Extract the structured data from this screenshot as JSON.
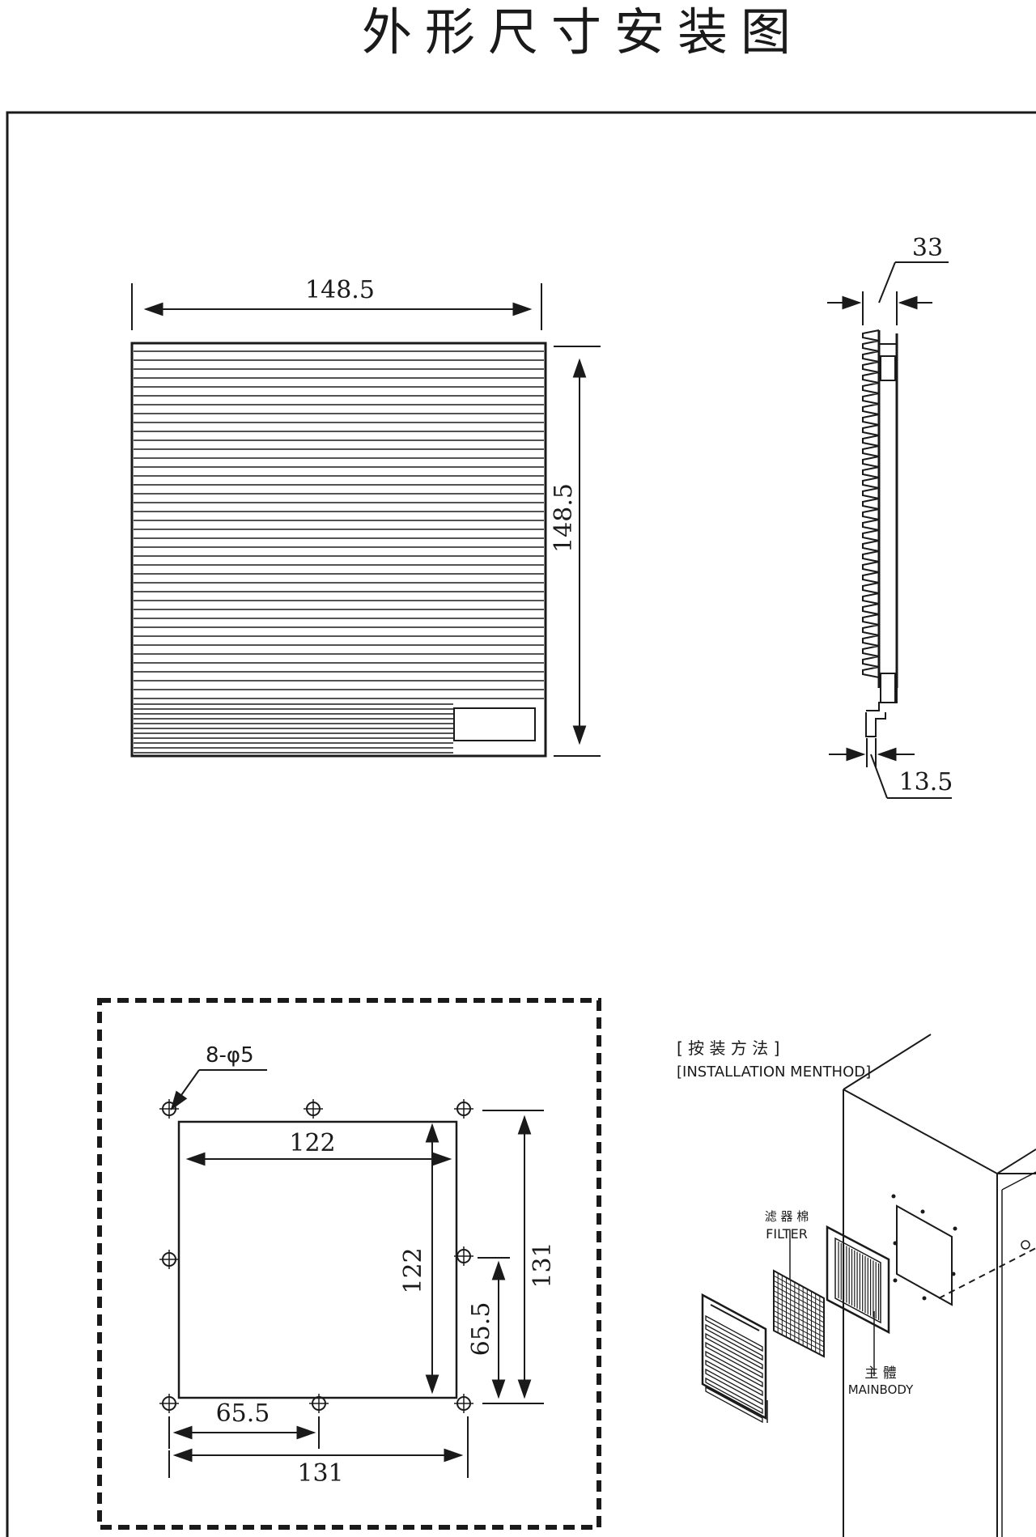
{
  "title": "外形尺寸安装图",
  "front_view": {
    "width_dim": "148.5",
    "height_dim": "148.5"
  },
  "side_view": {
    "depth_dim": "33",
    "flange_dim": "13.5"
  },
  "cutout_view": {
    "hole_spec": "8-φ5",
    "inner_width_dim": "122",
    "inner_height_dim": "122",
    "hole_spacing_x_dim": "65.5",
    "hole_spacing_y_dim": "65.5",
    "outer_width_dim": "131",
    "outer_height_dim": "131"
  },
  "installation": {
    "title_cn": "[ 按 装 方 法 ]",
    "title_en": "[INSTALLATION MENTHOD]",
    "filter_cn": "滤 器 棉",
    "filter_en": "FILTER",
    "mainbody_cn": "主 體",
    "mainbody_en": "MAINBODY"
  }
}
